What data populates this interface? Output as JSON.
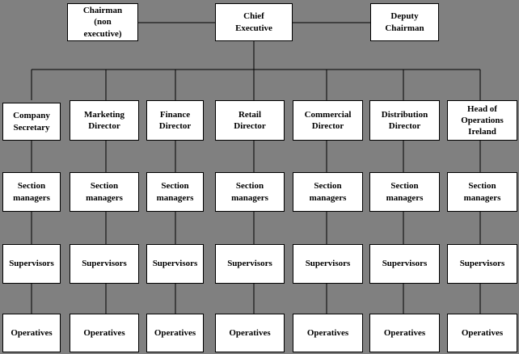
{
  "org": {
    "row1": [
      {
        "name": "chairman",
        "label": "Chairman\n(non\nexecutive)"
      },
      {
        "name": "chief-executive",
        "label": "Chief\nExecutive"
      },
      {
        "name": "deputy-chairman",
        "label": "Deputy\nChairman"
      }
    ],
    "row2": [
      {
        "name": "company-secretary",
        "label": "Company\nSecretary"
      },
      {
        "name": "marketing-director",
        "label": "Marketing\nDirector"
      },
      {
        "name": "finance-director",
        "label": "Finance\nDirector"
      },
      {
        "name": "retail-director",
        "label": "Retail\nDirector"
      },
      {
        "name": "commercial-director",
        "label": "Commercial\nDirector"
      },
      {
        "name": "distribution-director",
        "label": "Distribution\nDirector"
      },
      {
        "name": "head-of-operations-ireland",
        "label": "Head of\nOperations\nIreland"
      }
    ],
    "row3_label": "Section\nmanagers",
    "row4_label": "Supervisors",
    "row5_label": "Operatives"
  },
  "colors": {
    "background": "#808080",
    "box_fill": "#ffffff",
    "box_border": "#000000",
    "connector": "#000000",
    "text": "#000000"
  }
}
